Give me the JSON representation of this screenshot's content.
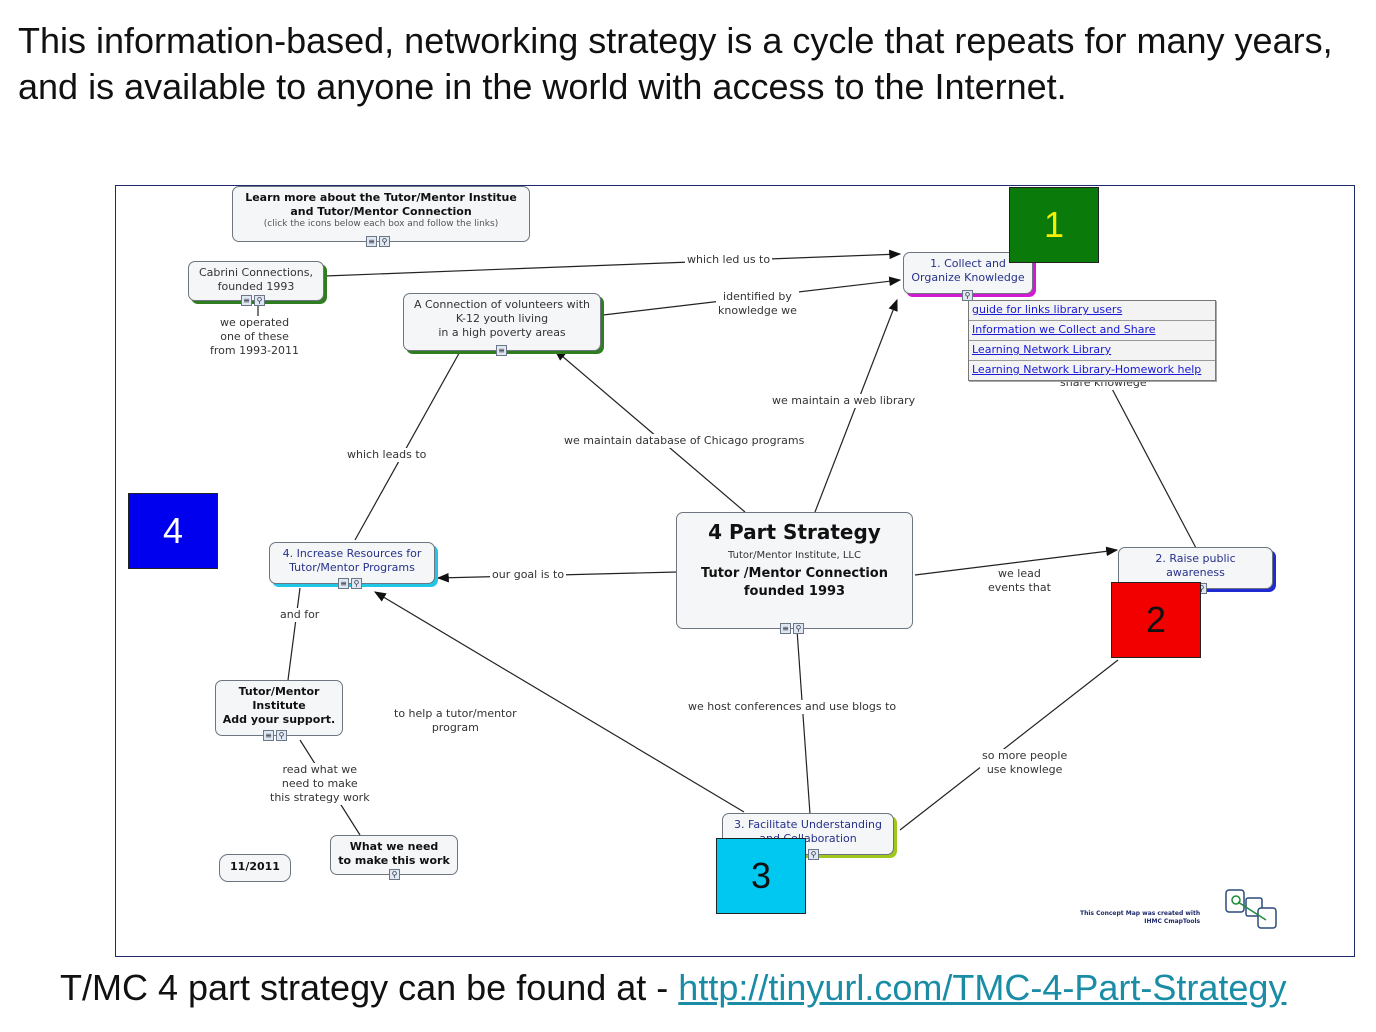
{
  "heading": "This information-based, networking strategy is a cycle that repeats for many years, and is available to anyone in the world with access to the Internet.",
  "nodes": {
    "learn_more": {
      "title": "Learn more about the Tutor/Mentor Institue\nand Tutor/Mentor Connection",
      "note": "(click the icons below each box and follow the links)"
    },
    "cabrini": "Cabrini Connections,\nfounded 1993",
    "connection": "A Connection of volunteers with\nK-12 youth living\nin a high poverty areas",
    "collect": "1. Collect and\nOrganize Knowledge",
    "center": {
      "title": "4 Part Strategy",
      "org": "Tutor/Mentor Institute, LLC",
      "main": "Tutor /Mentor Connection\nfounded 1993"
    },
    "raise": "2. Raise public\nawareness",
    "increase": "4. Increase Resources for\nTutor/Mentor Programs",
    "support": "Tutor/Mentor\nInstitute\nAdd your support.",
    "facilitate": "3. Facilitate Understanding\nand Collaboration",
    "need": "What we need\nto make this work",
    "date": "11/2011"
  },
  "links": {
    "led_us": "which led us to",
    "operated": "we operated\none of these\nfrom 1993-2011",
    "identified": "identified by\nknowledge we",
    "web_library": "we maintain a web library",
    "database": "we maintain database of Chicago programs",
    "which_leads": "which leads to",
    "goal": "our goal is to",
    "lead_events": "we lead\nevents that",
    "share": "share knowlege",
    "and_for": "and for",
    "help_program": "to help a tutor/mentor\nprogram",
    "host": "we host conferences and use blogs to",
    "more_people": "so more people\nuse knowlege",
    "read": "read what we\nneed to make\nthis strategy work"
  },
  "resource_links": [
    "guide for links library users",
    "Information we Collect and Share",
    "Learning Network Library",
    "Learning Network Library-Homework help"
  ],
  "badges": [
    {
      "label": "1",
      "bg": "#0a7a0a",
      "fg": "#f5f000"
    },
    {
      "label": "2",
      "bg": "#f20000",
      "fg": "#111111"
    },
    {
      "label": "3",
      "bg": "#00c8f0",
      "fg": "#111111"
    },
    {
      "label": "4",
      "bg": "#0000ee",
      "fg": "#ffffff"
    }
  ],
  "credit": "This Concept Map was created with\nIHMC CmapTools",
  "footer": {
    "text": "T/MC 4 part strategy can be found at - ",
    "url": "http://tinyurl.com/TMC-4-Part-Strategy"
  }
}
